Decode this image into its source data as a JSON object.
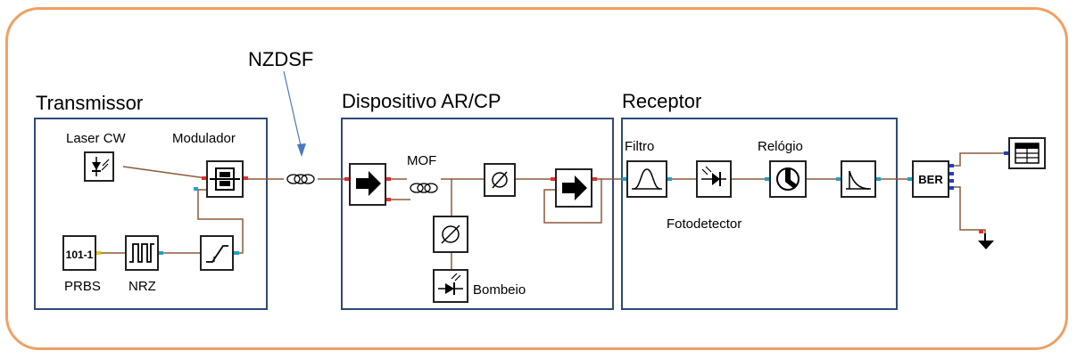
{
  "annotation": {
    "fiber_label": "NZDSF"
  },
  "sections": {
    "transmitter": {
      "title": "Transmissor"
    },
    "device": {
      "title": "Dispositivo AR/CP"
    },
    "receiver": {
      "title": "Receptor"
    }
  },
  "labels": {
    "laser": "Laser CW",
    "modulator": "Modulador",
    "prbs": "PRBS",
    "nrz": "NRZ",
    "mof": "MOF",
    "pump": "Bombeio",
    "filter": "Filtro",
    "photodetector": "Fotodetector",
    "clock": "Relógio",
    "prbs_block_text": "101-1",
    "ber_block_text": "BER"
  },
  "colors": {
    "frame": "#f0a064",
    "section_border": "#2d4a78",
    "wire": "#8b5a3c",
    "port_red": "#e0302a",
    "port_cyan": "#1fa0c8",
    "port_blue": "#2040c0",
    "port_yellow": "#e8c020"
  }
}
